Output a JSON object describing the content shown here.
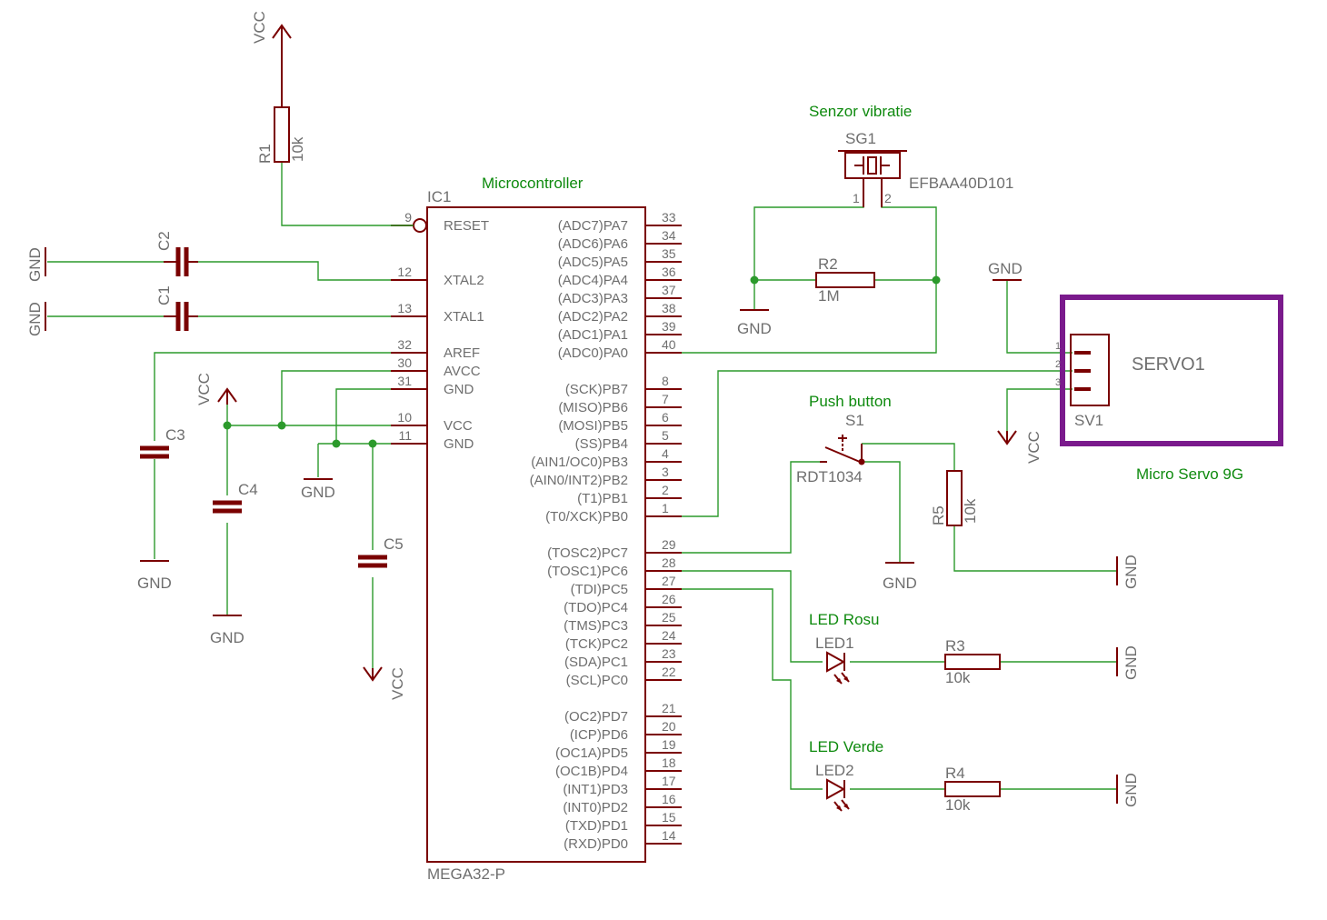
{
  "notes": {
    "microcontroller": "Microcontroller",
    "vibration_sensor": "Senzor vibratie",
    "push_button": "Push button",
    "led_red": "LED Rosu",
    "led_green": "LED Verde",
    "micro_servo": "Micro Servo 9G"
  },
  "ic": {
    "name": "IC1",
    "value": "MEGA32-P",
    "left_pins": [
      {
        "num": "9",
        "name": "RESET"
      },
      {
        "num": "12",
        "name": "XTAL2"
      },
      {
        "num": "13",
        "name": "XTAL1"
      },
      {
        "num": "32",
        "name": "AREF"
      },
      {
        "num": "30",
        "name": "AVCC"
      },
      {
        "num": "31",
        "name": "GND"
      },
      {
        "num": "10",
        "name": "VCC"
      },
      {
        "num": "11",
        "name": "GND"
      }
    ],
    "right_pins": [
      {
        "num": "33",
        "name": "(ADC7)PA7"
      },
      {
        "num": "34",
        "name": "(ADC6)PA6"
      },
      {
        "num": "35",
        "name": "(ADC5)PA5"
      },
      {
        "num": "36",
        "name": "(ADC4)PA4"
      },
      {
        "num": "37",
        "name": "(ADC3)PA3"
      },
      {
        "num": "38",
        "name": "(ADC2)PA2"
      },
      {
        "num": "39",
        "name": "(ADC1)PA1"
      },
      {
        "num": "40",
        "name": "(ADC0)PA0"
      },
      {
        "num": "8",
        "name": "(SCK)PB7"
      },
      {
        "num": "7",
        "name": "(MISO)PB6"
      },
      {
        "num": "6",
        "name": "(MOSI)PB5"
      },
      {
        "num": "5",
        "name": "(SS)PB4"
      },
      {
        "num": "4",
        "name": "(AIN1/OC0)PB3"
      },
      {
        "num": "3",
        "name": "(AIN0/INT2)PB2"
      },
      {
        "num": "2",
        "name": "(T1)PB1"
      },
      {
        "num": "1",
        "name": "(T0/XCK)PB0"
      },
      {
        "num": "29",
        "name": "(TOSC2)PC7"
      },
      {
        "num": "28",
        "name": "(TOSC1)PC6"
      },
      {
        "num": "27",
        "name": "(TDI)PC5"
      },
      {
        "num": "26",
        "name": "(TDO)PC4"
      },
      {
        "num": "25",
        "name": "(TMS)PC3"
      },
      {
        "num": "24",
        "name": "(TCK)PC2"
      },
      {
        "num": "23",
        "name": "(SDA)PC1"
      },
      {
        "num": "22",
        "name": "(SCL)PC0"
      },
      {
        "num": "21",
        "name": "(OC2)PD7"
      },
      {
        "num": "20",
        "name": "(ICP)PD6"
      },
      {
        "num": "19",
        "name": "(OC1A)PD5"
      },
      {
        "num": "18",
        "name": "(OC1B)PD4"
      },
      {
        "num": "17",
        "name": "(INT1)PD3"
      },
      {
        "num": "16",
        "name": "(INT0)PD2"
      },
      {
        "num": "15",
        "name": "(TXD)PD1"
      },
      {
        "num": "14",
        "name": "(RXD)PD0"
      }
    ]
  },
  "parts": {
    "r1": {
      "name": "R1",
      "value": "10k"
    },
    "r2": {
      "name": "R2",
      "value": "1M"
    },
    "r3": {
      "name": "R3",
      "value": "10k"
    },
    "r4": {
      "name": "R4",
      "value": "10k"
    },
    "r5": {
      "name": "R5",
      "value": "10k"
    },
    "c1": {
      "name": "C1"
    },
    "c2": {
      "name": "C2"
    },
    "c3": {
      "name": "C3"
    },
    "c4": {
      "name": "C4"
    },
    "c5": {
      "name": "C5"
    },
    "sg1": {
      "name": "SG1",
      "value": "EFBAA40D101",
      "pin1": "1",
      "pin2": "2"
    },
    "s1": {
      "name": "S1",
      "value": "RDT1034"
    },
    "led1": {
      "name": "LED1"
    },
    "led2": {
      "name": "LED2"
    },
    "sv1": {
      "name": "SV1",
      "pin1": "1",
      "pin2": "2",
      "pin3": "3"
    },
    "servo": {
      "name": "SERVO1"
    }
  },
  "supplies": {
    "vcc": "VCC",
    "gnd": "GND"
  },
  "colors": {
    "symbol": "#7a0000",
    "wire": "#2c9a2c",
    "note": "#0e8a0e",
    "label": "#6e6e6e",
    "frame": "#7a1a8c"
  }
}
